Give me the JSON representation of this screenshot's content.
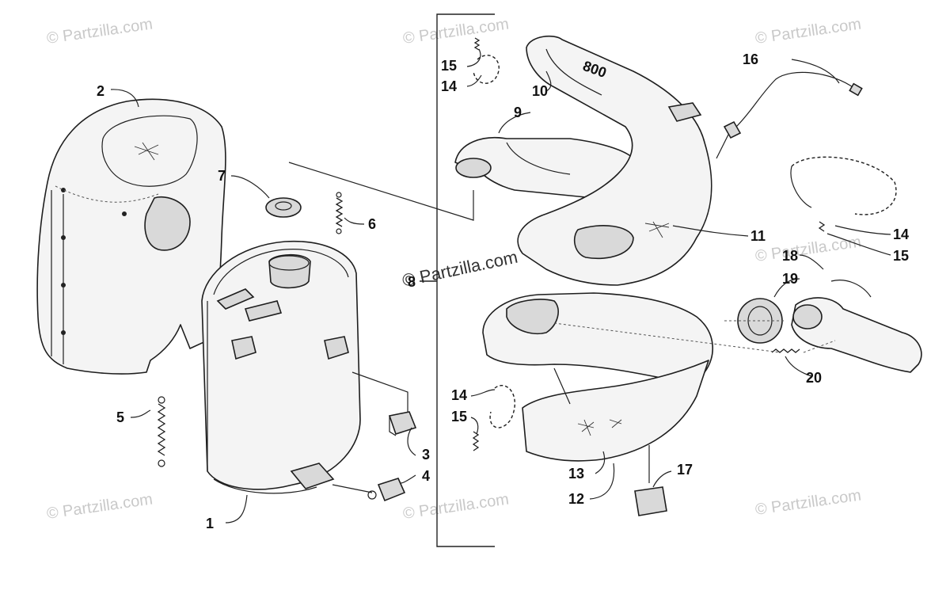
{
  "watermark": {
    "text": "© Partzilla.com",
    "center_text": "© Partzilla.com"
  },
  "callouts": {
    "c1": "1",
    "c2": "2",
    "c3": "3",
    "c4": "4",
    "c5": "5",
    "c6": "6",
    "c7": "7",
    "c8": "8",
    "c9": "9",
    "c10": "10",
    "c11": "11",
    "c12": "12",
    "c13": "13",
    "c14a": "14",
    "c15a": "15",
    "c14b": "14",
    "c15b": "15",
    "c14c": "14",
    "c15c": "15",
    "c16": "16",
    "c17": "17",
    "c18": "18",
    "c19": "19",
    "c20": "20"
  },
  "pipe_marking": "800"
}
